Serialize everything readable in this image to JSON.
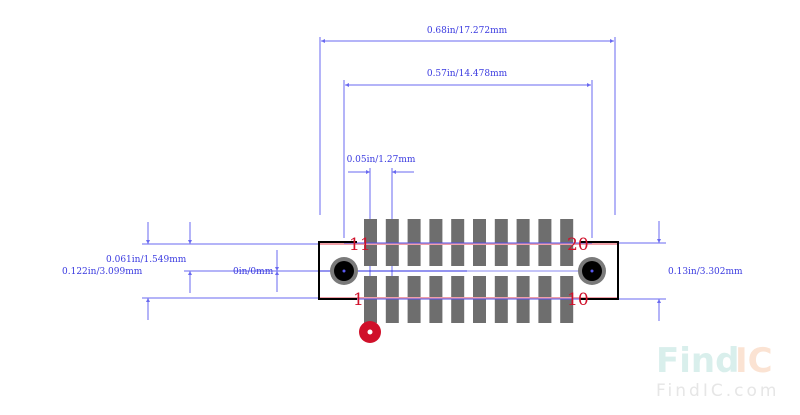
{
  "diagram": {
    "type": "pcb-footprint",
    "pin_count": 20,
    "pins_per_row": 10,
    "pin1_marker_color": "#d0102a"
  },
  "dimensions": {
    "overall_width": "0.68in/17.272mm",
    "pad_span": "0.57in/14.478mm",
    "pitch": "0.05in/1.27mm",
    "pad_offset": "0.061in/1.549mm",
    "row_span": "0.122in/3.099mm",
    "center_offset": "0in/0mm",
    "body_height": "0.13in/3.302mm"
  },
  "pin_labels": {
    "top_left": "11",
    "bottom_left": "1",
    "top_right": "20",
    "bottom_right": "10"
  },
  "colors": {
    "dimension": "#3a3ae0",
    "pad": "#6e6e6e",
    "outline": "#000000",
    "pin_label": "#d0102a",
    "courtyard": "#f0a0a8"
  },
  "watermark": {
    "logo_part1": "Find",
    "logo_part2": "IC",
    "url": "FindIC.com",
    "color_part1": "#d9efec",
    "color_part2": "#fbe3d3"
  }
}
